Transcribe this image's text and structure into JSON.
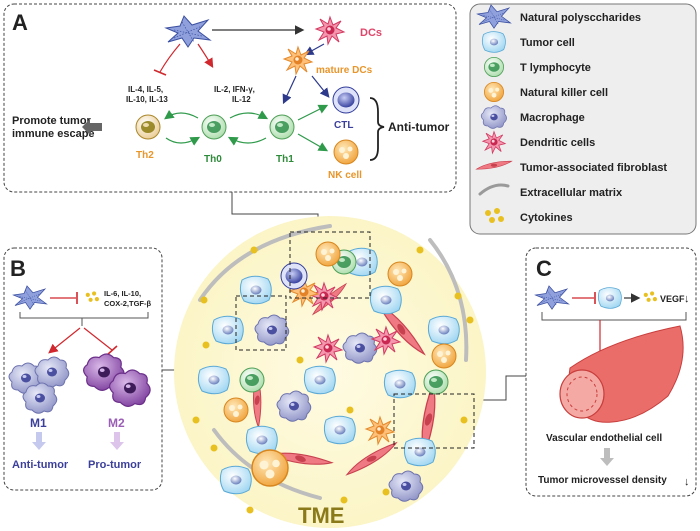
{
  "panels": {
    "a": {
      "letter": "A"
    },
    "b": {
      "letter": "B"
    },
    "c": {
      "letter": "C"
    }
  },
  "panel_a": {
    "dcs": "DCs",
    "mature_dcs": "mature DCs",
    "th2_cytokines_1": "IL-4, IL-5,",
    "th2_cytokines_2": "IL-10, IL-13",
    "th1_cytokines_1": "IL-2, IFN-γ,",
    "th1_cytokines_2": "IL-12",
    "promote_1": "Promote tumor",
    "promote_2": "immune escape",
    "th2": "Th2",
    "th0": "Th0",
    "th1": "Th1",
    "ctl": "CTL",
    "nk_cell": "NK cell",
    "anti_tumor": "Anti-tumor"
  },
  "legend": {
    "items": [
      {
        "icon": "polysaccharide-icon",
        "label": "Natural polysccharides"
      },
      {
        "icon": "tumor-cell-icon",
        "label": "Tumor cell"
      },
      {
        "icon": "t-lymphocyte-icon",
        "label": "T lymphocyte"
      },
      {
        "icon": "nk-cell-icon",
        "label": "Natural killer cell"
      },
      {
        "icon": "macrophage-icon",
        "label": "Macrophage"
      },
      {
        "icon": "dendritic-cell-icon",
        "label": "Dendritic cells"
      },
      {
        "icon": "fibroblast-icon",
        "label": "Tumor-associated fibroblast"
      },
      {
        "icon": "ecm-icon",
        "label": "Extracellular matrix"
      },
      {
        "icon": "cytokines-icon",
        "label": "Cytokines"
      }
    ]
  },
  "panel_b": {
    "cytokines_1": "IL-6, IL-10,",
    "cytokines_2": "COX-2,TGF-β",
    "m1": "M1",
    "m2": "M2",
    "m1_effect": "Anti-tumor",
    "m2_effect": "Pro-tumor"
  },
  "panel_c": {
    "vegf": "VEGF",
    "down_arrow": "↓",
    "endothelial": "Vascular endothelial cell",
    "density": "Tumor microvessel density"
  },
  "tme": {
    "label": "TME"
  },
  "colors": {
    "tme_label": "#8a7a1a",
    "th2": "#e8952a",
    "th1": "#2e8b3a",
    "ctl": "#3b3f9a",
    "dcs": "#e0456a",
    "inhibit": "#d0282e",
    "m1": "#3b3f9a",
    "m2": "#9a5fb5"
  }
}
